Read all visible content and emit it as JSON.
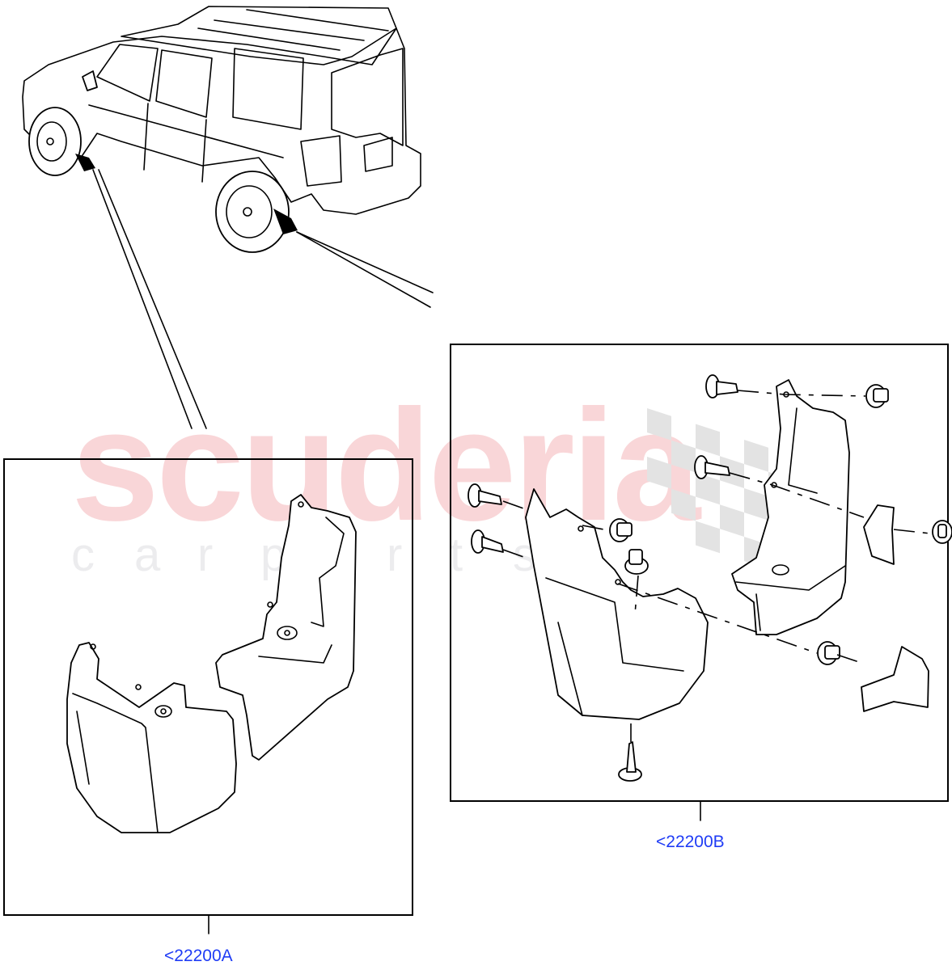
{
  "diagram": {
    "type": "exploded-parts-diagram",
    "subject": "Mudflaps / Mud Flaps - vehicle overview with front and rear mudflap kits",
    "vehicle": {
      "label": "SUV rear three-quarter view",
      "highlighted_areas": [
        "front-wheel-mudflap",
        "rear-wheel-mudflap"
      ]
    },
    "panels": [
      {
        "id": "panel-a",
        "callout": "<22200A",
        "contents": [
          "front mudflap (left)",
          "front mudflap (right)"
        ]
      },
      {
        "id": "panel-b",
        "callout": "<22200B",
        "contents": [
          "mudflap",
          "mudflap",
          "screw",
          "screw",
          "screw",
          "screw",
          "screw",
          "clip",
          "clip",
          "clip",
          "clip",
          "clip",
          "bracket",
          "bracket"
        ]
      }
    ]
  },
  "watermark": {
    "main": "scuderia",
    "sub": [
      "c",
      "a",
      "r",
      "p",
      "a",
      "r",
      "t",
      "s"
    ],
    "main_color": "#f9d6d8",
    "sub_color": "#ececee"
  },
  "callouts": {
    "panel_a": "<22200A",
    "panel_b": "<22200B",
    "color": "#1f3cf5"
  }
}
